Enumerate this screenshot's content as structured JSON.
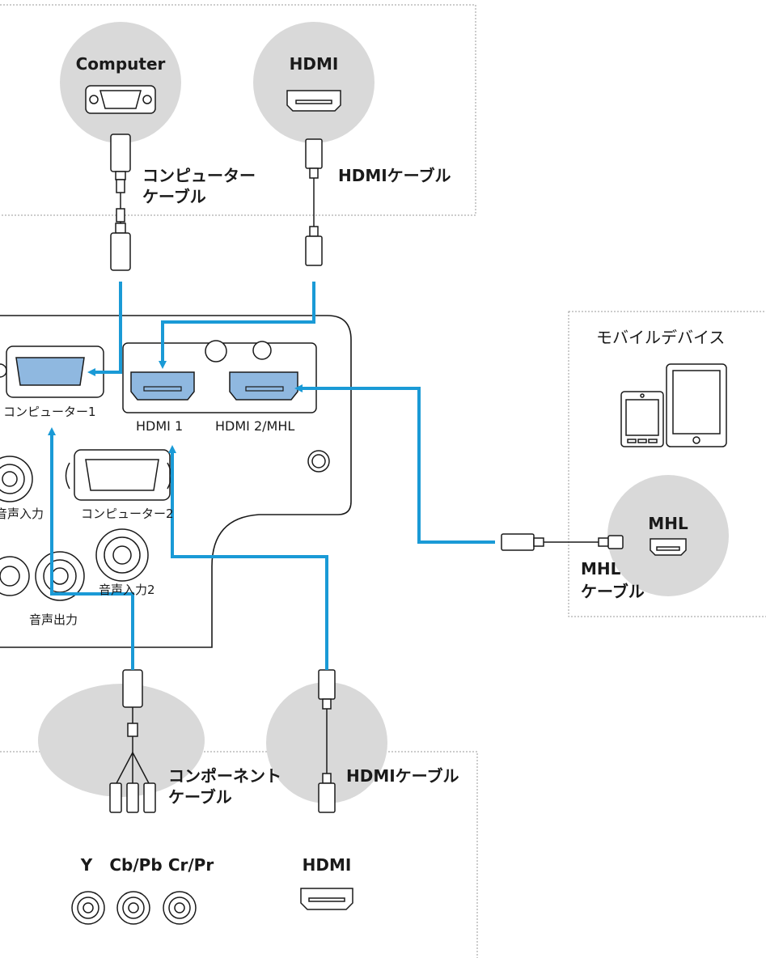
{
  "sources": {
    "computer_label": "Computer",
    "hdmi_top_label": "HDMI",
    "mhl_label": "MHL",
    "hdmi_bottom_label": "HDMI",
    "y_label": "Y",
    "cbpb_label": "Cb/Pb",
    "crpr_label": "Cr/Pr"
  },
  "cables": {
    "computer_cable_line1": "コンピューター",
    "computer_cable_line2": "ケーブル",
    "hdmi_cable_top": "HDMIケーブル",
    "mhl_cable_line1": "MHL",
    "mhl_cable_line2": "ケーブル",
    "component_cable_line1": "コンポーネント",
    "component_cable_line2": "ケーブル",
    "hdmi_cable_bottom": "HDMIケーブル"
  },
  "mobile": {
    "title": "モバイルデバイス"
  },
  "ports": {
    "computer1": "コンピューター1",
    "hdmi1": "HDMI 1",
    "hdmi2_mhl": "HDMI 2/MHL",
    "audio_in": "音声入力",
    "computer2": "コンピューター2",
    "audio_out": "音声出力",
    "audio_in2": "音声入力2"
  },
  "colors": {
    "accent": "#1a9ad6",
    "port_fill": "#8fb8e0",
    "circle_bg": "#d9d9d9",
    "dotted_border": "#9a9a9a"
  }
}
